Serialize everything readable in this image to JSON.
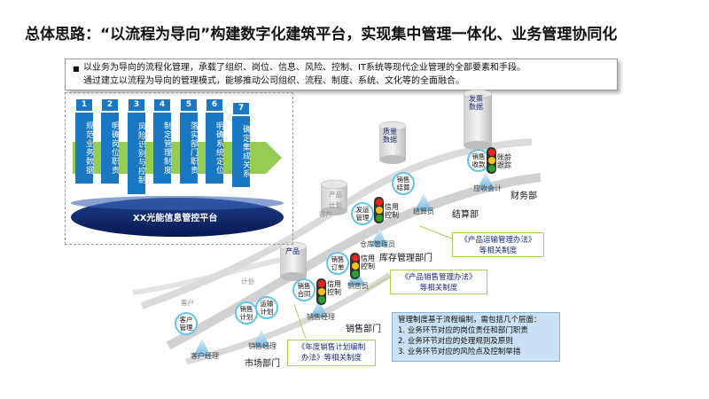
{
  "title": "总体思路：“以流程为导向”构建数字化建筑平台，实现集中管理一体化、业务管理协同化",
  "intro": {
    "line1": "以业务为导向的流程化管理，承载了组织、岗位、信息、风险、控制、IT系统等现代企业管理的全部要素和手段。",
    "line2": "通过建立以流程为导向的管理模式，能够推动公司组织、流程、制度、系统、文化等的全面融合。"
  },
  "steps": [
    {
      "num": "1",
      "label": "规范业务数据"
    },
    {
      "num": "2",
      "label": "明确岗位职责"
    },
    {
      "num": "3",
      "label": "风险识别与控制"
    },
    {
      "num": "4",
      "label": "制定管理制度"
    },
    {
      "num": "5",
      "label": "落实部门职责"
    },
    {
      "num": "6",
      "label": "明确系统定位"
    },
    {
      "num": "7",
      "label": "确定集成关系"
    }
  ],
  "platform": "XX光能信息管控平台",
  "process_nodes": {
    "customer_mgmt": "客户管理",
    "sales_plan": "销售计划",
    "transport_plan": "运输计划",
    "sales_contract": "销售合同",
    "sales_order": "销售订单",
    "ship_mgmt": "发运管理",
    "sales_settle": "销售结算",
    "sales_collect": "销售收款"
  },
  "lights": {
    "credit1": "信用控制",
    "credit2": "信用控制",
    "credit3": "信用控制",
    "aging": "账龄跟踪"
  },
  "data_cylinders": {
    "c1": "产品",
    "c2": "质量数据",
    "c3": "发票数据"
  },
  "roles": {
    "customer_manager": "客户经理",
    "sales_manager": "销售经理",
    "sales_manager2": "销售经理",
    "salesperson": "销售员",
    "warehouse": "仓库管理员",
    "settler": "结算员",
    "accountant": "应收会计"
  },
  "departments": {
    "market": "市场部门",
    "sales": "销售部门",
    "warehouse": "库存管理部门",
    "settlement": "结算部",
    "finance": "财务部"
  },
  "notes": {
    "n1a": "《年度销售计划编制",
    "n1b": "办法》等相关制度",
    "n2a": "《产品销售管理办法》",
    "n2b": "等相关制度",
    "n3a": "《产品运输管理办法》",
    "n3b": "等相关制度"
  },
  "mgmt": {
    "head": "管理制度基于流程编制，需包括几个层面：",
    "items": [
      "1.  业务环节对应的岗位责任和部门职责",
      "2.  业务环节对应的处理规则及原则",
      "3.  业务环节对应的风险点及控制举措"
    ]
  },
  "ghost_text": {
    "g1": "客户",
    "g2": "计划",
    "g3": "产品",
    "g4": "计划",
    "g5": "客户"
  },
  "colors": {
    "step_blue": "#1a78c2",
    "arrow_green": "#8cc63f",
    "platform_navy": "#0b2466",
    "circle_border": "#62c5e8",
    "note_border": "#a9cf52"
  }
}
